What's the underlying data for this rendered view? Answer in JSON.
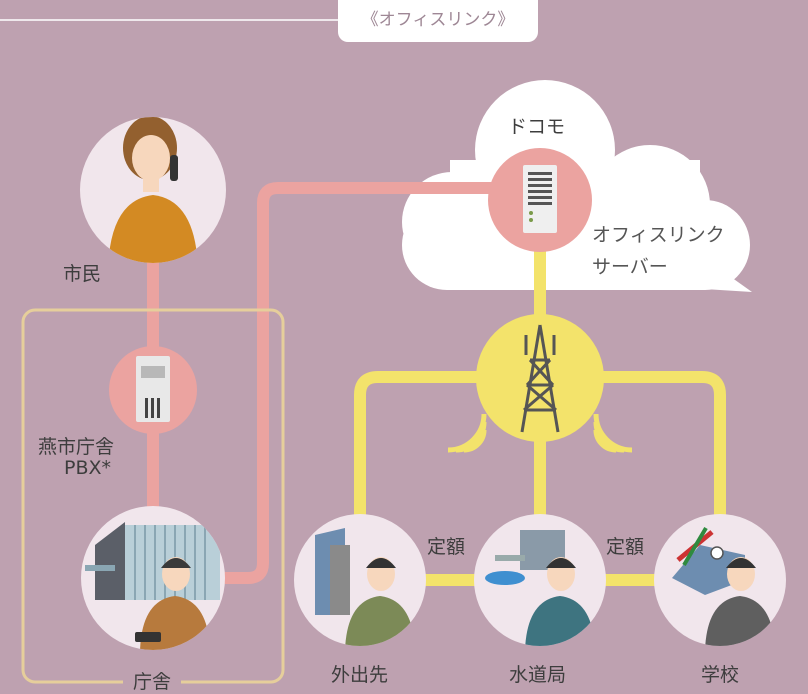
{
  "header": {
    "title": "《オフィスリンク》"
  },
  "nodes": {
    "citizen": "市民",
    "pbx_line1": "燕市庁舎",
    "pbx_line2": "PBX*",
    "city_hall": "庁舎",
    "docomo": "ドコモ",
    "server_line1": "オフィスリンク",
    "server_line2": "サーバー",
    "outside": "外出先",
    "water_bureau": "水道局",
    "school": "学校"
  },
  "links": {
    "flat_rate_1": "定額",
    "flat_rate_2": "定額"
  },
  "colors": {
    "background": "#bea1b0",
    "pink_line": "#eba3a0",
    "yellow_line": "#f3e36b",
    "frame": "#e6ce9b",
    "cloud": "#ffffff",
    "circle": "#f1e6ec"
  }
}
